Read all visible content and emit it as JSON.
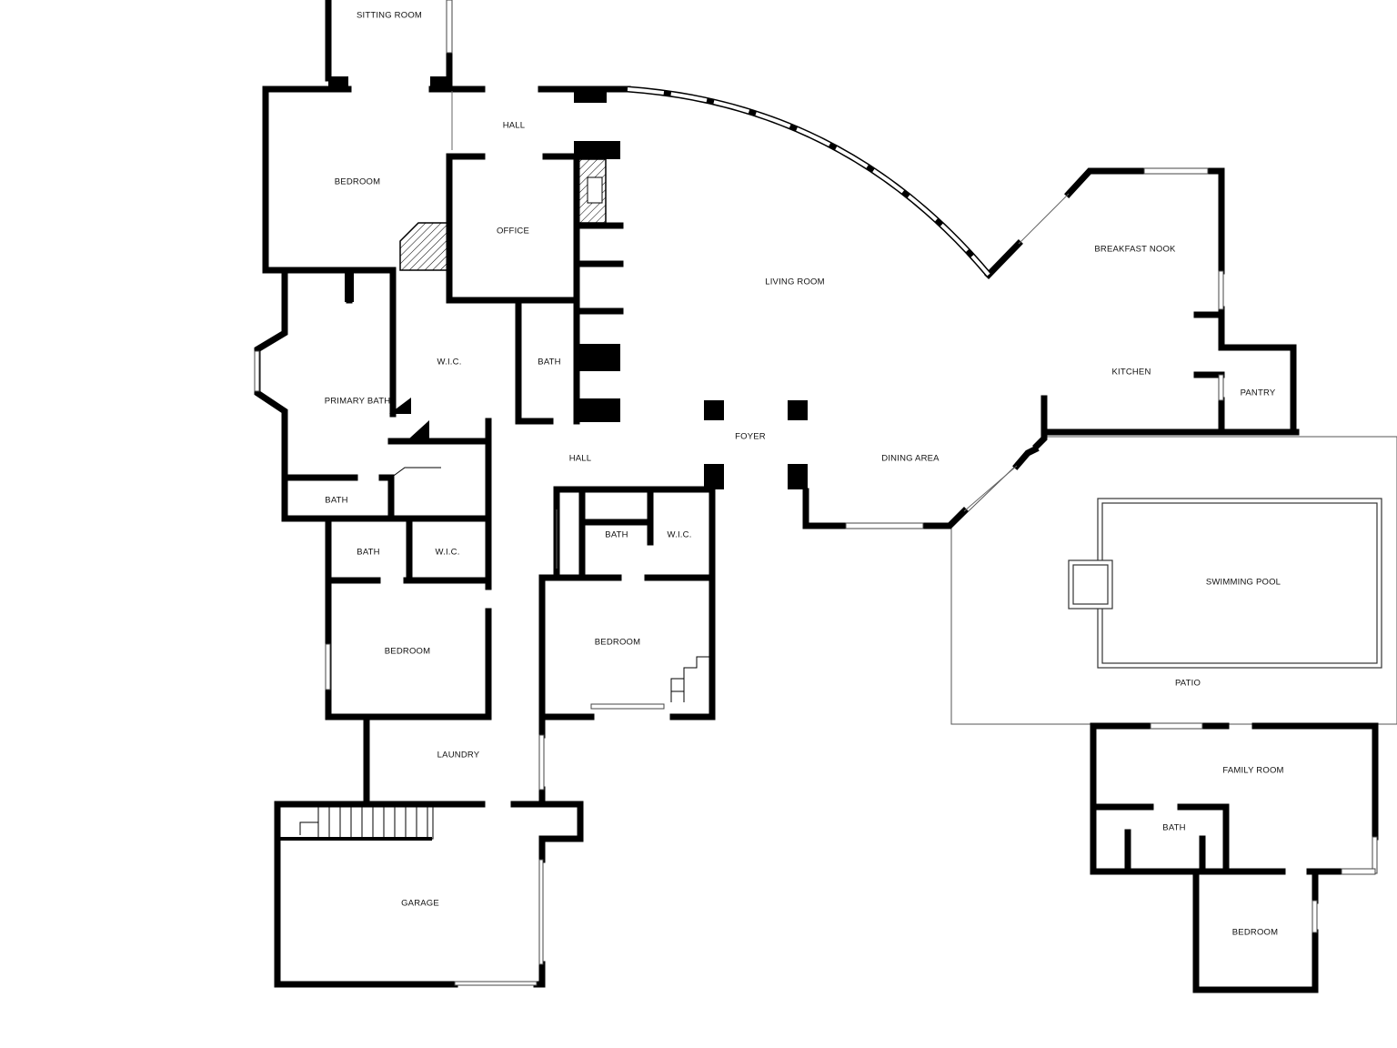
{
  "rooms": {
    "sitting_room": "SITTING ROOM",
    "hall_top": "HALL",
    "bedroom_nw": "BEDROOM",
    "office": "OFFICE",
    "living_room": "LIVING ROOM",
    "breakfast_nook": "BREAKFAST NOOK",
    "wic_primary": "W.I.C.",
    "bath_office": "BATH",
    "primary_bath": "PRIMARY BATH",
    "kitchen": "KITCHEN",
    "pantry": "PANTRY",
    "foyer": "FOYER",
    "hall_mid": "HALL",
    "dining_area": "DINING AREA",
    "bath_small": "BATH",
    "bath_west": "BATH",
    "wic_west": "W.I.C.",
    "bath_center": "BATH",
    "wic_center": "W.I.C.",
    "swimming_pool": "SWIMMING POOL",
    "bedroom_west": "BEDROOM",
    "bedroom_center": "BEDROOM",
    "patio": "PATIO",
    "laundry": "LAUNDRY",
    "family_room": "FAMILY ROOM",
    "bath_guest": "BATH",
    "garage": "GARAGE",
    "bedroom_guest": "BEDROOM"
  }
}
